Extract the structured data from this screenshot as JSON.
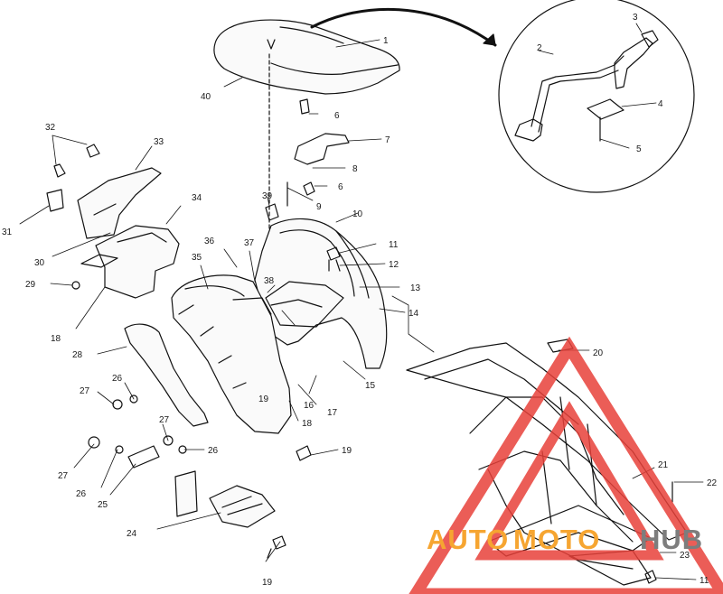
{
  "diagram": {
    "callouts": [
      "1",
      "2",
      "3",
      "4",
      "5",
      "6",
      "6",
      "7",
      "8",
      "9",
      "10",
      "11",
      "12",
      "13",
      "14",
      "15",
      "16",
      "17",
      "18",
      "18",
      "19",
      "19",
      "19",
      "20",
      "21",
      "22",
      "23",
      "11",
      "24",
      "25",
      "26",
      "26",
      "26",
      "27",
      "27",
      "27",
      "28",
      "29",
      "30",
      "31",
      "32",
      "33",
      "34",
      "35",
      "36",
      "37",
      "38",
      "39",
      "40"
    ]
  },
  "watermark": {
    "text_a": "AUTO",
    "text_b": "MOTO",
    "text_c": "HUB",
    "color_orange": "#f6a531",
    "color_red": "#e8413a",
    "color_gray": "#7d7d7d"
  }
}
